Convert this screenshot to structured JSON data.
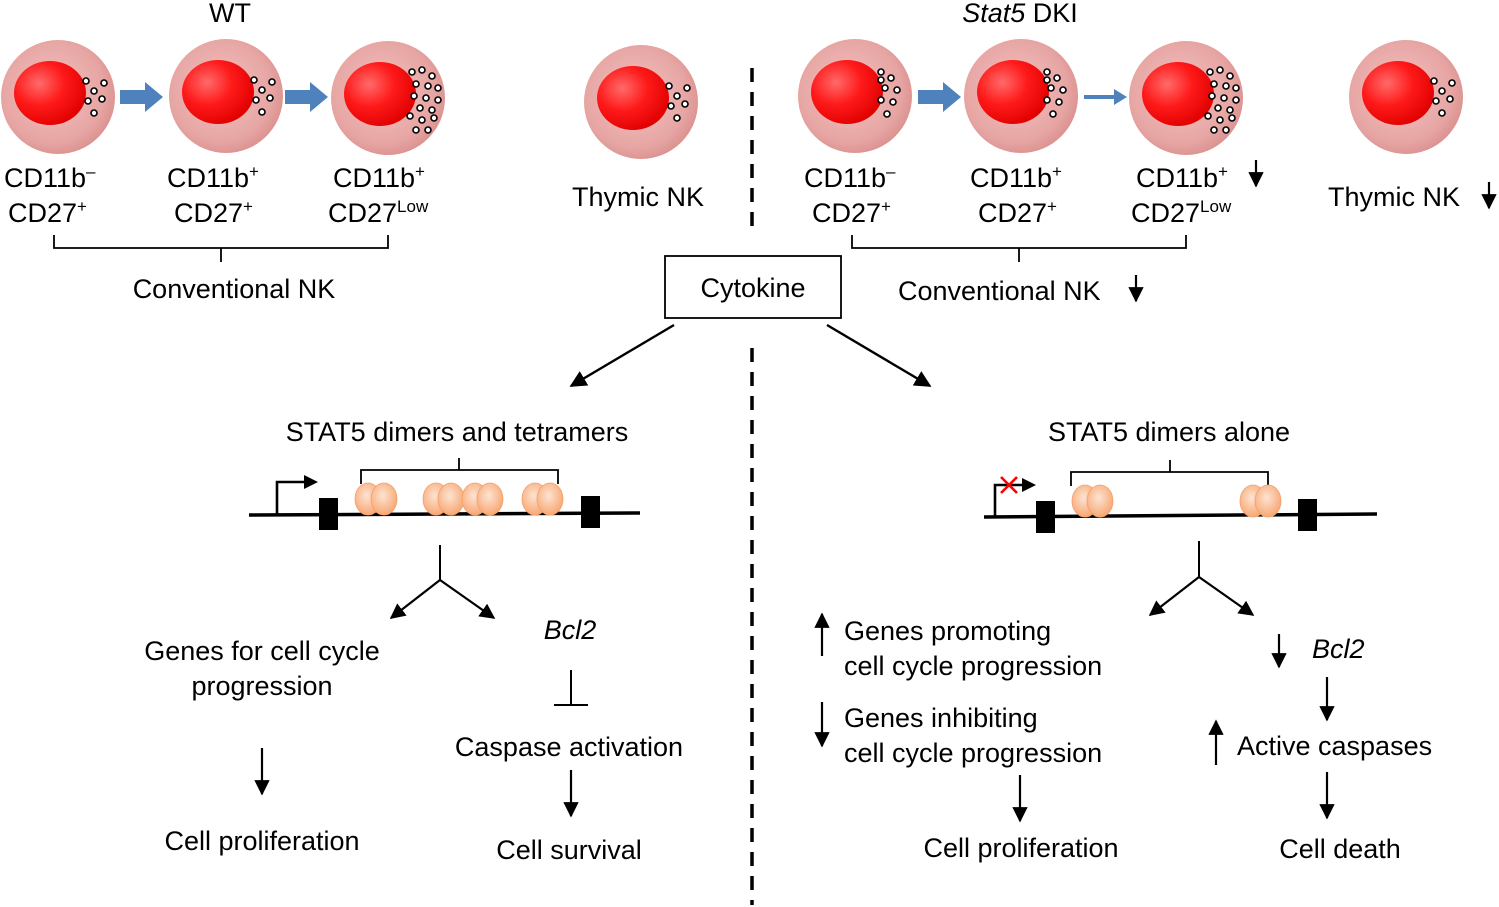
{
  "headers": {
    "wt": "WT",
    "dki_gene": "Stat5",
    "dki_suffix": " DKI"
  },
  "cells": {
    "wt1": {
      "line1": "CD11b",
      "sup1": "–",
      "line2": "CD27",
      "sup2": "+"
    },
    "wt2": {
      "line1": "CD11b",
      "sup1": "+",
      "line2": "CD27",
      "sup2": "+"
    },
    "wt3": {
      "line1": "CD11b",
      "sup1": "+",
      "line2": "CD27",
      "sup2": "Low"
    },
    "dki1": {
      "line1": "CD11b",
      "sup1": "–",
      "line2": "CD27",
      "sup2": "+"
    },
    "dki2": {
      "line1": "CD11b",
      "sup1": "+",
      "line2": "CD27",
      "sup2": "+"
    },
    "dki3": {
      "line1": "CD11b",
      "sup1": "+",
      "line2": "CD27",
      "sup2": "Low"
    }
  },
  "thymic_nk": "Thymic NK",
  "conventional_nk": "Conventional NK",
  "cytokine": "Cytokine",
  "left": {
    "stat5_title": "STAT5 dimers and tetramers",
    "genes_line1": "Genes for cell cycle",
    "genes_line2": "progression",
    "bcl2": "Bcl2",
    "caspase": "Caspase activation",
    "proliferation": "Cell proliferation",
    "survival": "Cell survival"
  },
  "right": {
    "stat5_title": "STAT5 dimers alone",
    "promo_line1": "Genes promoting",
    "promo_line2": "cell cycle progression",
    "inhib_line1": "Genes inhibiting",
    "inhib_line2": "cell cycle progression",
    "bcl2": "Bcl2",
    "caspases": "Active caspases",
    "proliferation": "Cell proliferation",
    "death": "Cell death"
  },
  "colors": {
    "cell_outer": "#e6a5a3",
    "nucleus": "#ff0000",
    "flow_arrow": "#4f81bd",
    "binding_site": "#f7b48a",
    "blocked_mark": "#ff0000"
  }
}
